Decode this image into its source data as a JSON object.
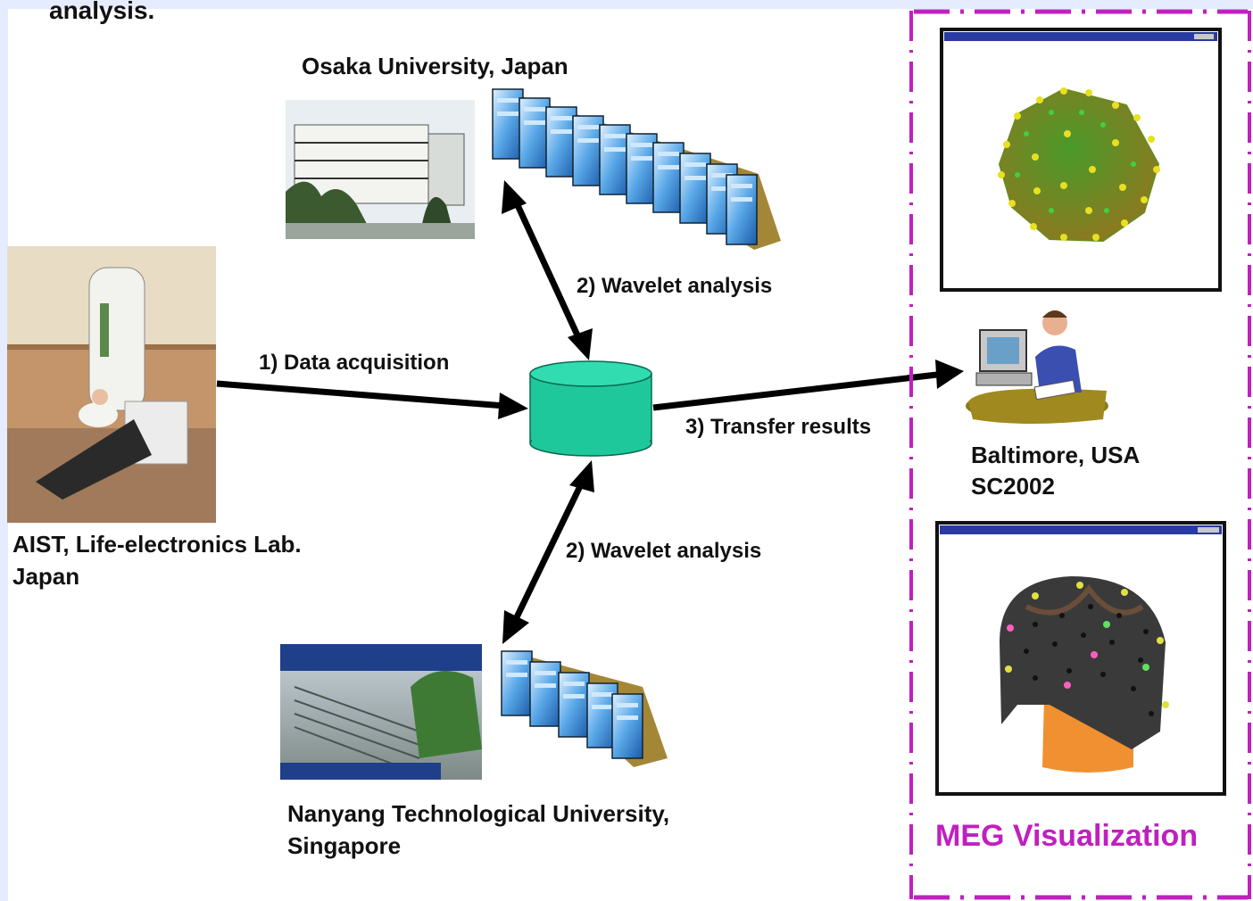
{
  "header_fragment": "analysis.",
  "sites": {
    "osaka": "Osaka University, Japan",
    "aist_line1": "AIST, Life-electronics Lab.",
    "aist_line2": "Japan",
    "nanyang_line1": "Nanyang Technological University,",
    "nanyang_line2": "Singapore",
    "baltimore_line1": "Baltimore, USA",
    "baltimore_line2": "SC2002"
  },
  "edges": {
    "data_acquisition": "1) Data acquisition",
    "wavelet_osaka": "2) Wavelet analysis",
    "wavelet_nanyang": "2) Wavelet analysis",
    "transfer": "3) Transfer results"
  },
  "visualization": {
    "title": "MEG Visualization"
  },
  "colors": {
    "accent": "#c020c0",
    "database": "#1ec89a",
    "arrow": "#000000"
  }
}
